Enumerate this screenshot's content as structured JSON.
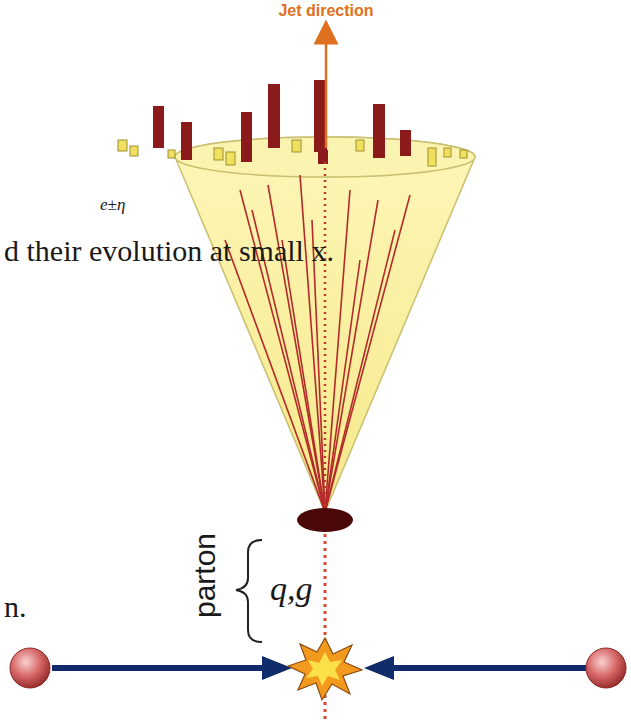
{
  "diagram": {
    "labels": [
      "Jet direction",
      "e±η",
      "d their evolution at small x.",
      "parton",
      "q,g",
      "n."
    ]
  }
}
